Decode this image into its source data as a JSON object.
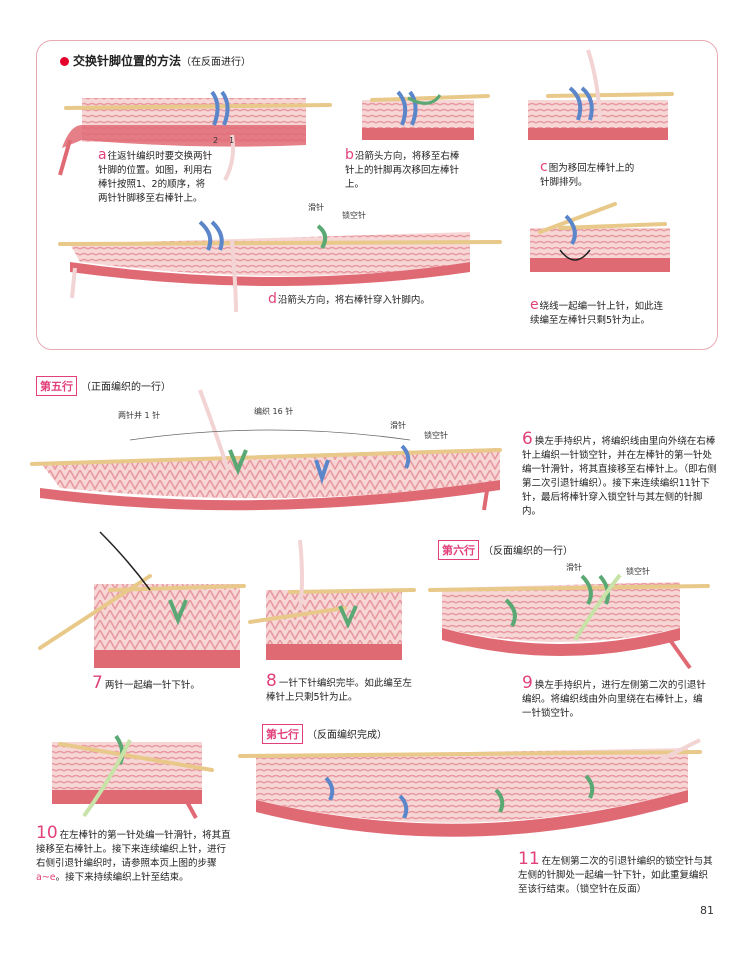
{
  "box": {
    "title": "交换针脚位置的方法",
    "subtitle": "（在反面进行）",
    "labels": {
      "n2": "2",
      "n1": "1",
      "slip": "滑针",
      "locked": "锁空针"
    },
    "steps": [
      {
        "letter": "a",
        "text": "往返针编织时要交换两针针脚的位置。如图，利用右棒针按照1、2的顺序，将两针针脚移至右棒针上。"
      },
      {
        "letter": "b",
        "text": "沿箭头方向，将移至右棒针上的针脚再次移回左棒针上。"
      },
      {
        "letter": "c",
        "text": "图为移回左棒针上的针脚排列。"
      },
      {
        "letter": "d",
        "text": "沿箭头方向，将右棒针穿入针脚内。"
      },
      {
        "letter": "e",
        "text": "绕线一起编一针上针，如此连续编至左棒针只剩5针为止。"
      }
    ]
  },
  "row5": {
    "tag": "第五行",
    "subtitle": "（正面编织的一行）",
    "labels": {
      "k2tog": "两针并 1 针",
      "knit16": "编织 16 针",
      "slip": "滑针",
      "locked": "锁空针"
    },
    "step": {
      "num": "6",
      "text": "换左手持织片，将编织线由里向外绕在右棒针上编织一针锁空针，并在左棒针的第一针处编一针滑针，将其直接移至右棒针上。（即右侧第二次引退针编织）。接下来连续编织11针下针，最后将棒针穿入锁空针与其左侧的针脚内。"
    }
  },
  "step7": {
    "num": "7",
    "text": "两针一起编一针下针。"
  },
  "step8": {
    "num": "8",
    "text": "一针下针编织完毕。如此编至左棒针上只剩5针为止。"
  },
  "row6": {
    "tag": "第六行",
    "subtitle": "（反面编织的一行）",
    "labels": {
      "slip": "滑针",
      "locked": "锁空针"
    },
    "step": {
      "num": "9",
      "text": "换左手持织片，进行左侧第二次的引退针编织。将编织线由外向里绕在右棒针上，编一针锁空针。"
    }
  },
  "step10": {
    "num": "10",
    "text": "在左棒针的第一针处编一针滑针，将其直接移至右棒针上。接下来连续编织上针，进行右侧引退针编织时，请参照本页上图的步骤",
    "pink": "a~e",
    "text2": "。接下来持续编织上针至结束。"
  },
  "row7": {
    "tag": "第七行",
    "subtitle": "（反面编织完成）"
  },
  "step11": {
    "num": "11",
    "text": "在左侧第二次的引退针编织的锁空针与其左侧的针脚处一起编一针下针，如此重复编织至该行结束。（锁空针在反面）"
  },
  "page_number": "81",
  "colors": {
    "accent": "#e2407b",
    "frame": "#e8a9b3",
    "yarn_light": "#f6cfcf",
    "yarn_dark": "#e06a74",
    "needle": "#e8c98a",
    "green": "#5aa873",
    "blue": "#5b86c9"
  }
}
